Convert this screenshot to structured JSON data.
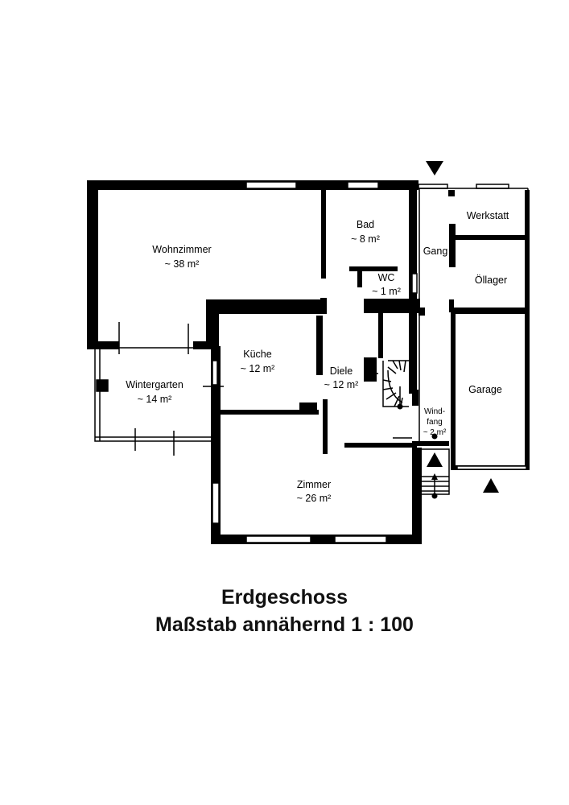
{
  "title": "Erdgeschoss",
  "scale": "Maßstab annähernd 1 : 100",
  "rooms": {
    "wohnzimmer": {
      "name": "Wohnzimmer",
      "area": "~ 38 m²"
    },
    "bad": {
      "name": "Bad",
      "area": "~ 8 m²"
    },
    "wc": {
      "name": "WC",
      "area": "~ 1 m²"
    },
    "gang": {
      "name": "Gang",
      "area": ""
    },
    "werkstatt": {
      "name": "Werkstatt",
      "area": ""
    },
    "oellager": {
      "name": "Öllager",
      "area": ""
    },
    "kueche": {
      "name": "Küche",
      "area": "~ 12 m²"
    },
    "diele": {
      "name": "Diele",
      "area": "~ 12 m²"
    },
    "wintergarten": {
      "name": "Wintergarten",
      "area": "~ 14 m²"
    },
    "garage": {
      "name": "Garage",
      "area": ""
    },
    "windfang": {
      "name1": "Wind-",
      "name2": "fang",
      "area": "~ 2 m²"
    },
    "zimmer": {
      "name": "Zimmer",
      "area": "~ 26 m²"
    }
  }
}
